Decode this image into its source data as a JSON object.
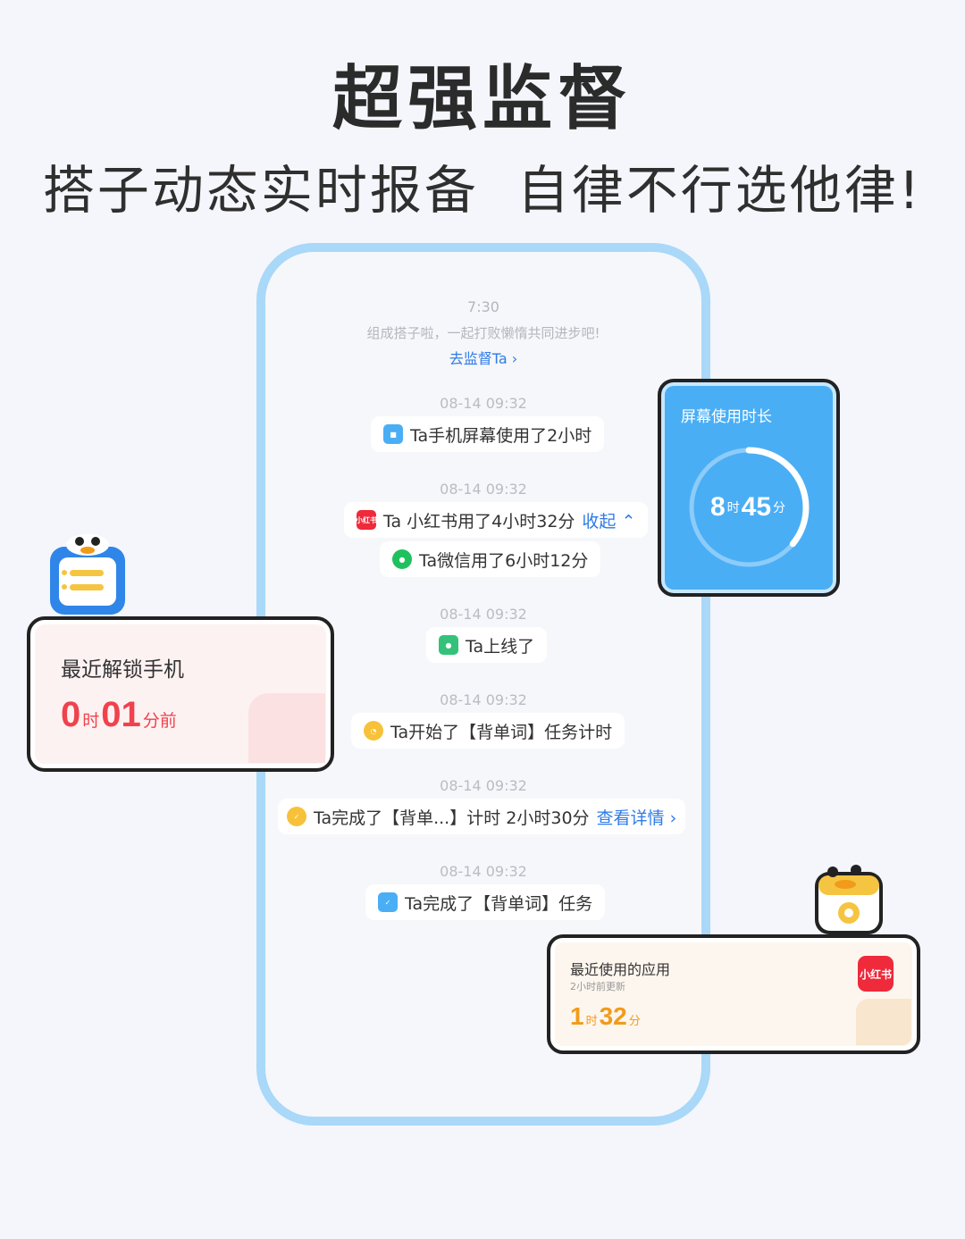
{
  "headline": "超强监督",
  "subline": "搭子动态实时报备  自律不行选他律!",
  "phone": {
    "time": "7:30",
    "intro": "组成搭子啦，一起打败懒惰共同进步吧!",
    "link": "去监督Ta",
    "feed": [
      {
        "ts": "08-14  09:32",
        "items": [
          {
            "text": "Ta手机屏幕使用了2小时",
            "icon": "phone-mascot-icon"
          }
        ]
      },
      {
        "ts": "08-14  09:32",
        "items": [
          {
            "text": "Ta 小红书用了4小时32分",
            "icon": "xiaohongshu-icon",
            "icon_text": "小红书",
            "link": "收起 ⌃"
          },
          {
            "text": "Ta微信用了6小时12分",
            "icon": "wechat-icon"
          }
        ]
      },
      {
        "ts": "08-14  09:32",
        "items": [
          {
            "text": "Ta上线了",
            "icon": "online-mascot-icon"
          }
        ]
      },
      {
        "ts": "08-14  09:32",
        "items": [
          {
            "text": "Ta开始了【背单词】任务计时",
            "icon": "timer-icon"
          }
        ]
      },
      {
        "ts": "08-14  09:32",
        "items": [
          {
            "text": "Ta完成了【背单...】计时 2小时30分",
            "icon": "timer-done-icon",
            "link": "查看详情 ›"
          }
        ]
      },
      {
        "ts": "08-14  09:32",
        "items": [
          {
            "text": "Ta完成了【背单词】任务",
            "icon": "task-done-icon"
          }
        ]
      }
    ]
  },
  "screen_card": {
    "title": "屏幕使用时长",
    "hours": "8",
    "h_unit": "时",
    "minutes": "45",
    "m_unit": "分",
    "progress": 0.36
  },
  "unlock_card": {
    "title": "最近解锁手机",
    "hours": "0",
    "h_unit": "时",
    "minutes": "01",
    "m_unit": "分前"
  },
  "app_card": {
    "title": "最近使用的应用",
    "subtitle": "2小时前更新",
    "hours": "1",
    "h_unit": "时",
    "minutes": "32",
    "m_unit": "分",
    "app_icon_text": "小红书"
  },
  "colors": {
    "accent_blue": "#4aaef5",
    "link": "#2f7be6",
    "red": "#f0424d",
    "orange": "#f29b1a"
  }
}
